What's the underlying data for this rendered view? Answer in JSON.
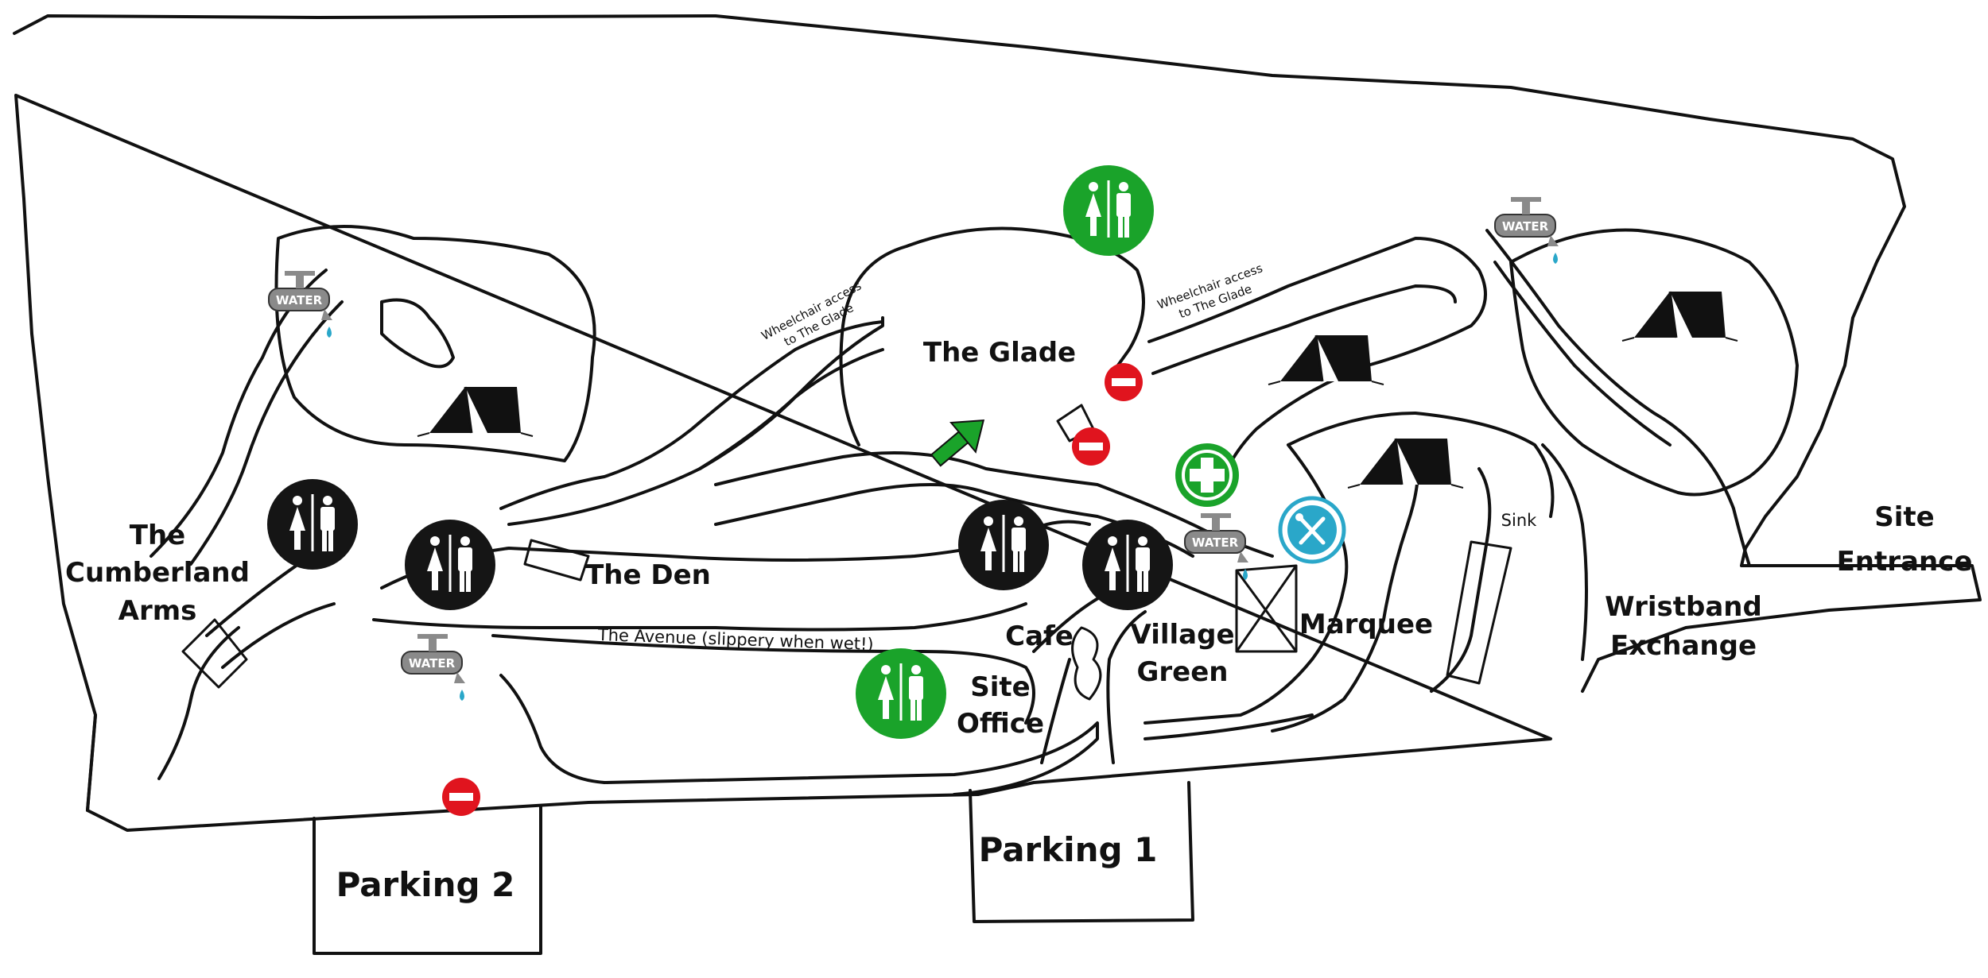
{
  "labels": {
    "the_glade": "The Glade",
    "the_den": "The Den",
    "cumberland_line1": "The",
    "cumberland_line2": "Cumberland",
    "cumberland_line3": "Arms",
    "avenue": "The Avenue (slippery when wet!)",
    "cafe": "Cafe",
    "site_office_line1": "Site",
    "site_office_line2": "Office",
    "village_green_line1": "Village",
    "village_green_line2": "Green",
    "marquee": "Marquee",
    "sink": "Sink",
    "wristband_line1": "Wristband",
    "wristband_line2": "Exchange",
    "site_entrance_line1": "Site",
    "site_entrance_line2": "Entrance",
    "parking1": "Parking 1",
    "parking2": "Parking 2",
    "wheelchair_left_line1": "Wheelchair access",
    "wheelchair_left_line2": "to The Glade",
    "wheelchair_right_line1": "Wheelchair access",
    "wheelchair_right_line2": "to The Glade"
  },
  "water_tap_label": "WATER",
  "icons": {
    "toilets": "toilets-icon",
    "water": "water-tap-icon",
    "no_entry": "no-entry-icon",
    "first_aid": "first-aid-icon",
    "food": "food-icon",
    "tent": "tent-icon",
    "direction": "arrow-icon"
  },
  "colors": {
    "toilet_green": "#1aa32a",
    "toilet_black": "#151515",
    "no_entry_red": "#e0141e",
    "first_aid_green": "#1aa32a",
    "food_blue": "#2aa7c9",
    "water_grey": "#8a8a8a"
  }
}
